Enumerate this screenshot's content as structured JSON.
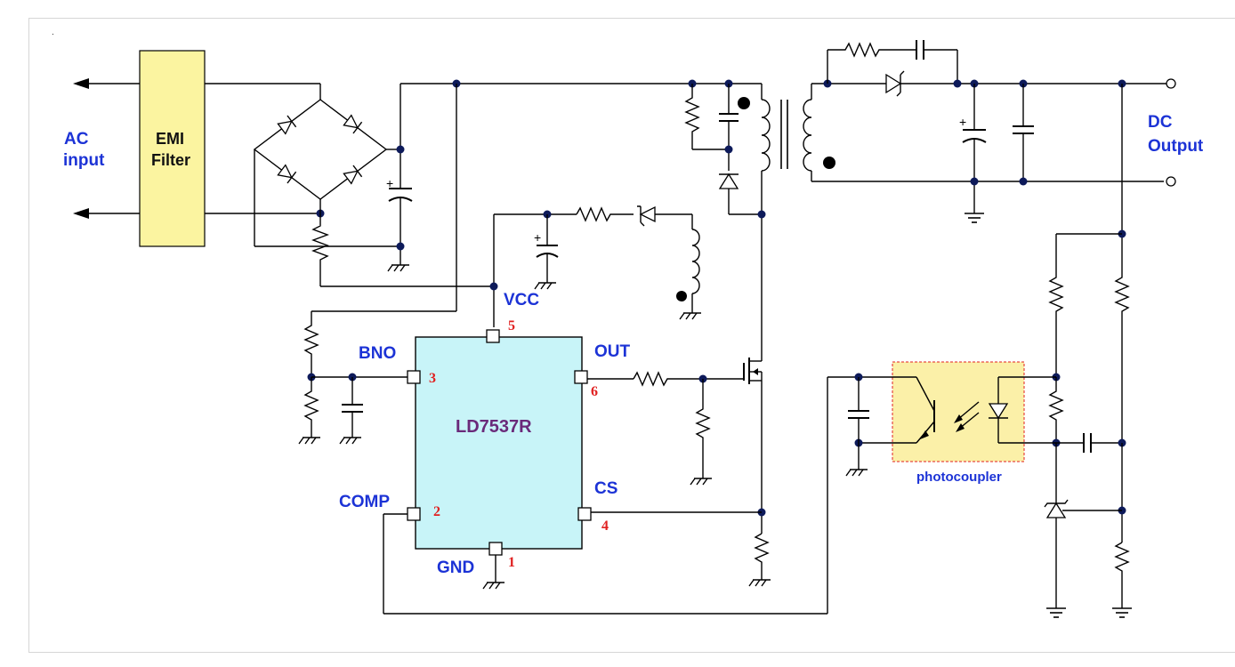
{
  "labels": {
    "ac_input_line1": "AC",
    "ac_input_line2": "input",
    "emi_line1": "EMI",
    "emi_line2": "Filter",
    "dc_output_line1": "DC",
    "dc_output_line2": "Output",
    "chip_name": "LD7537R",
    "photocoupler": "photocoupler",
    "pin_vcc": "VCC",
    "pin_bno": "BNO",
    "pin_out": "OUT",
    "pin_cs": "CS",
    "pin_comp": "COMP",
    "pin_gnd": "GND",
    "pin_num_vcc": "5",
    "pin_num_bno": "3",
    "pin_num_out": "6",
    "pin_num_cs": "4",
    "pin_num_comp": "2",
    "pin_num_gnd": "1",
    "small_dot": "."
  },
  "colors": {
    "label_blue": "#1c33d6",
    "pin_number_red": "#e02020",
    "chip_fill": "#c8f4f8",
    "chip_text": "#6a2a7a",
    "emi_fill": "#fbf4a0",
    "photocoupler_fill": "#fbf0a8",
    "photocoupler_border": "#e02020",
    "junction": "#0d1a5a"
  }
}
